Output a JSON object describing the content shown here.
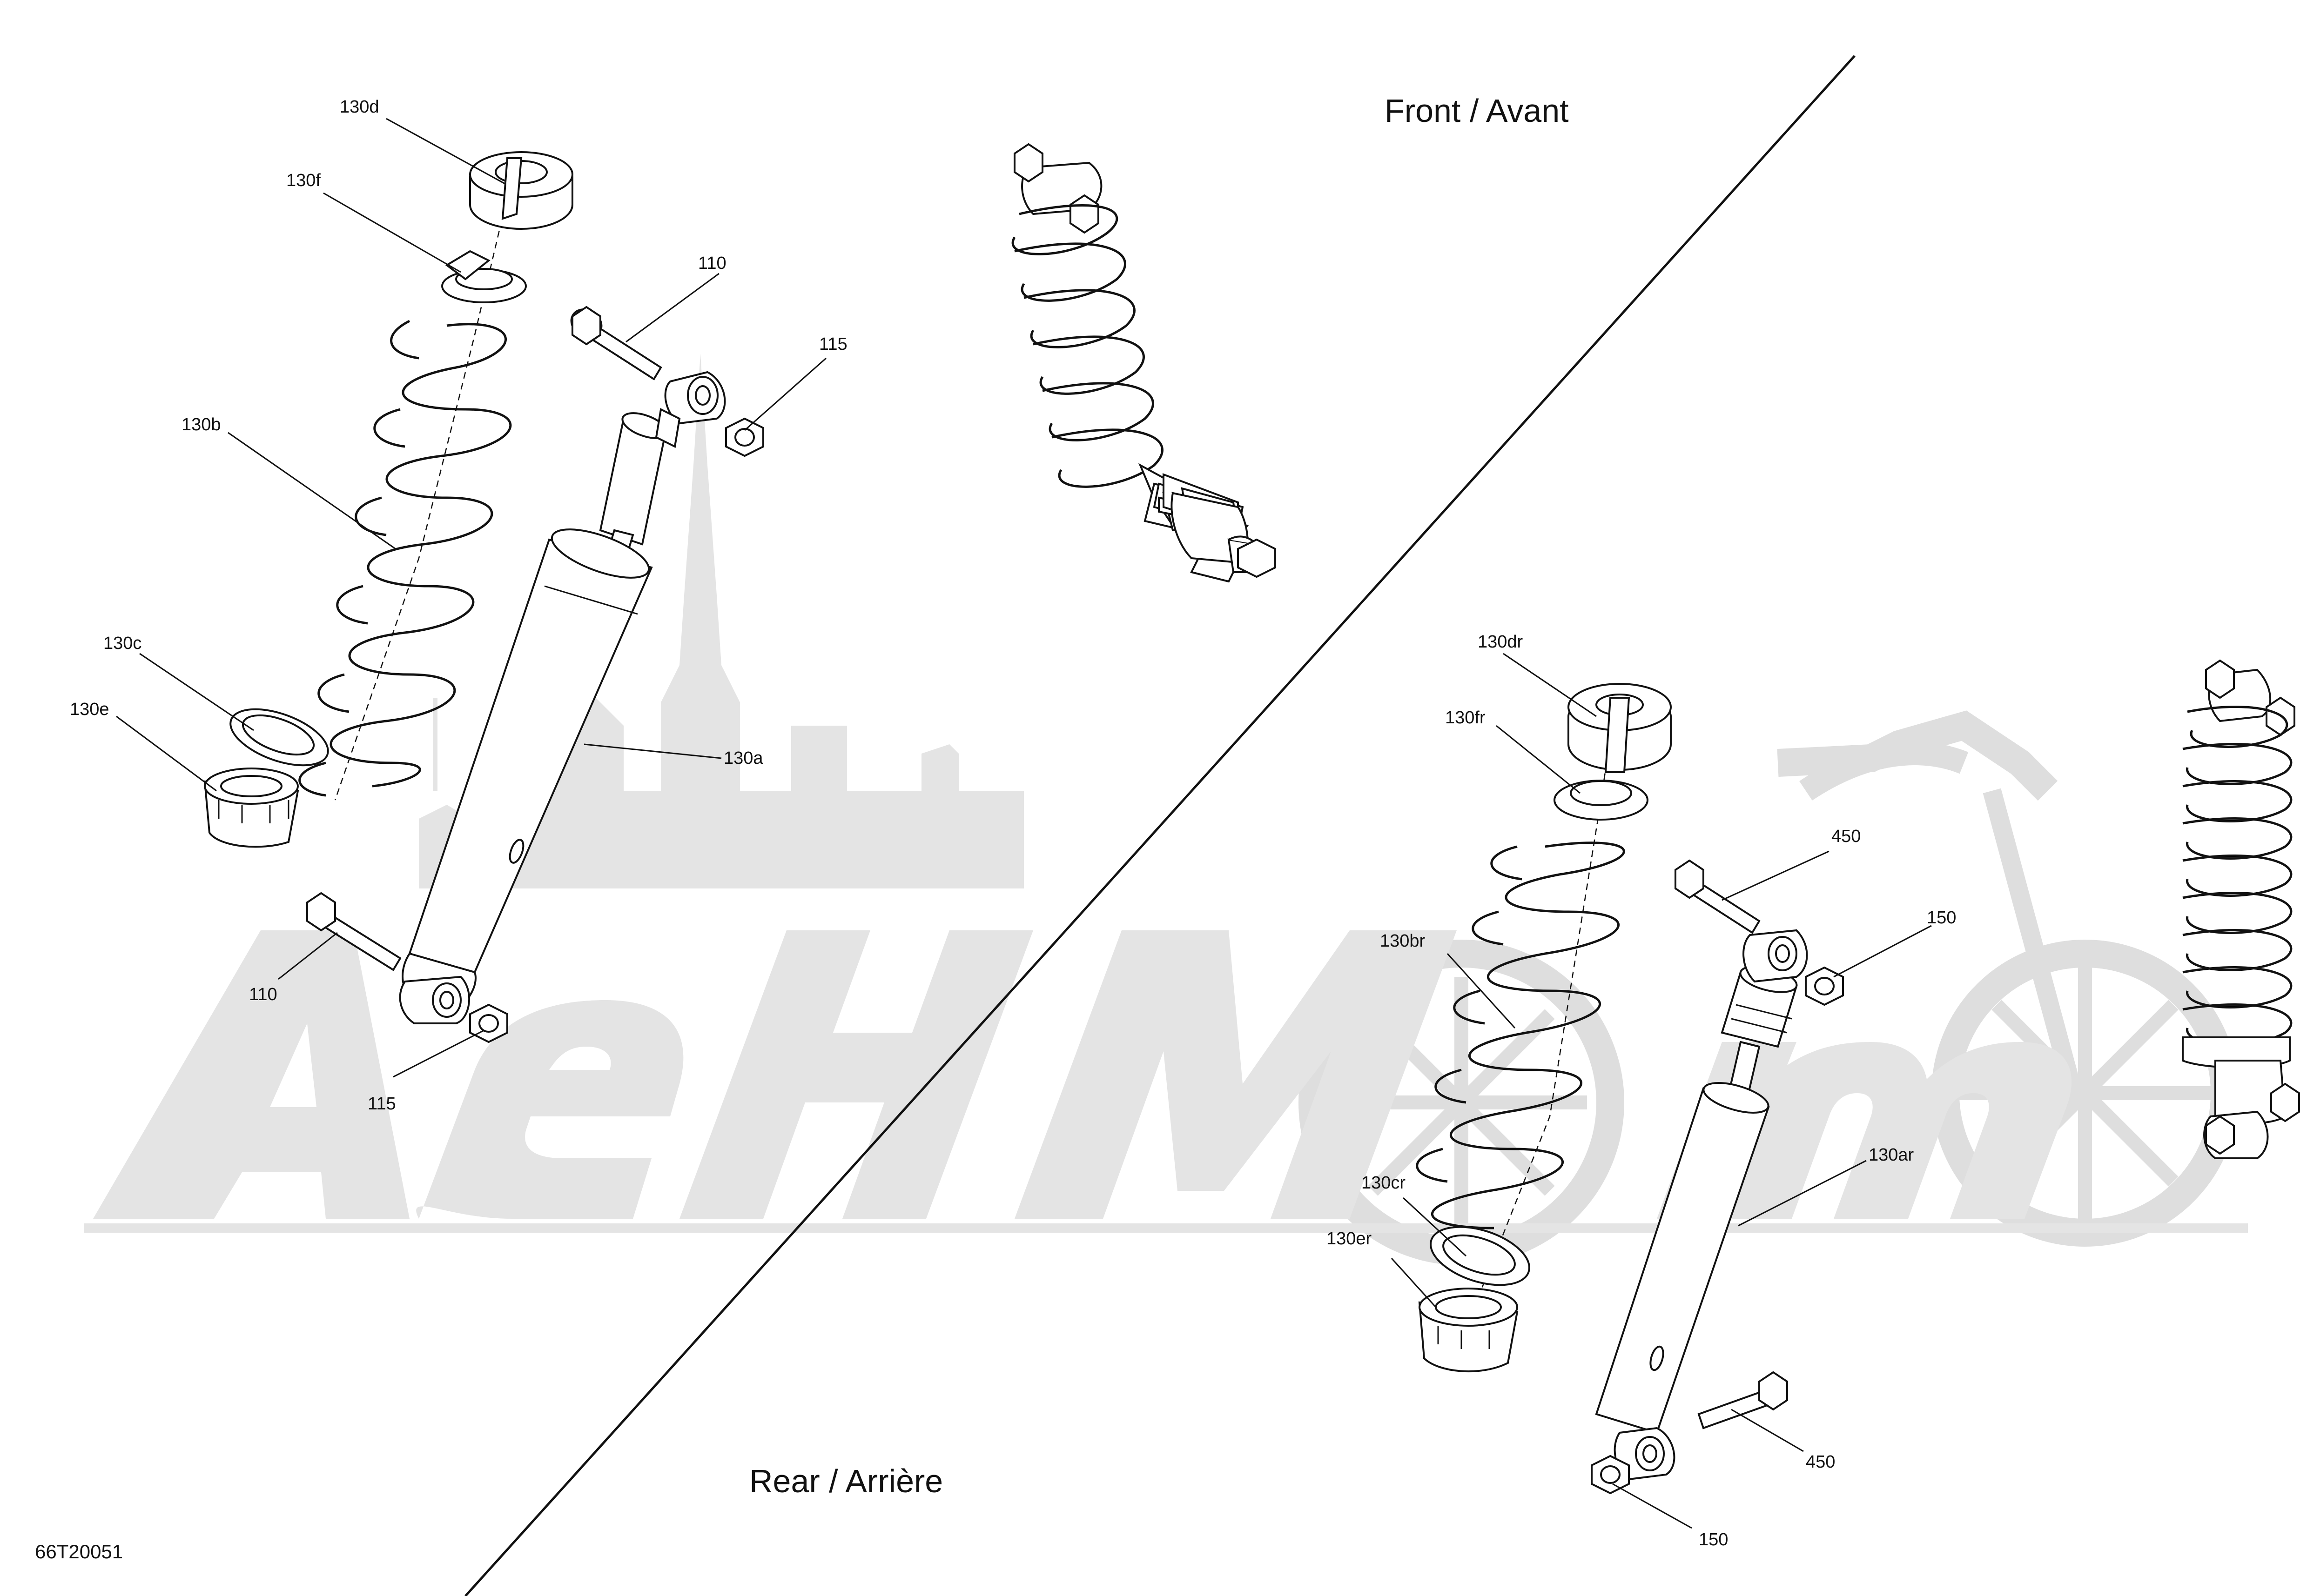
{
  "diagram": {
    "sections": {
      "front": "Front / Avant",
      "rear": "Rear / Arrière"
    },
    "drawing_code": "66T20051",
    "watermark": {
      "text": "AeHMoto"
    },
    "front_labels": {
      "spring_cup_upper": "130d",
      "spring_retainer": "130f",
      "coil_spring": "130b",
      "spring_seat_ring": "130c",
      "adjuster_collar": "130e",
      "shock_body": "130a",
      "bolt_top": "110",
      "nut_top": "115",
      "bolt_bottom": "110",
      "nut_bottom": "115"
    },
    "rear_labels": {
      "spring_cup_upper": "130dr",
      "spring_retainer": "130fr",
      "coil_spring": "130br",
      "spring_seat_ring": "130cr",
      "adjuster_collar": "130er",
      "shock_body": "130ar",
      "bolt_top": "450",
      "nut_top": "150",
      "bolt_bottom": "450",
      "nut_bottom": "150"
    }
  }
}
